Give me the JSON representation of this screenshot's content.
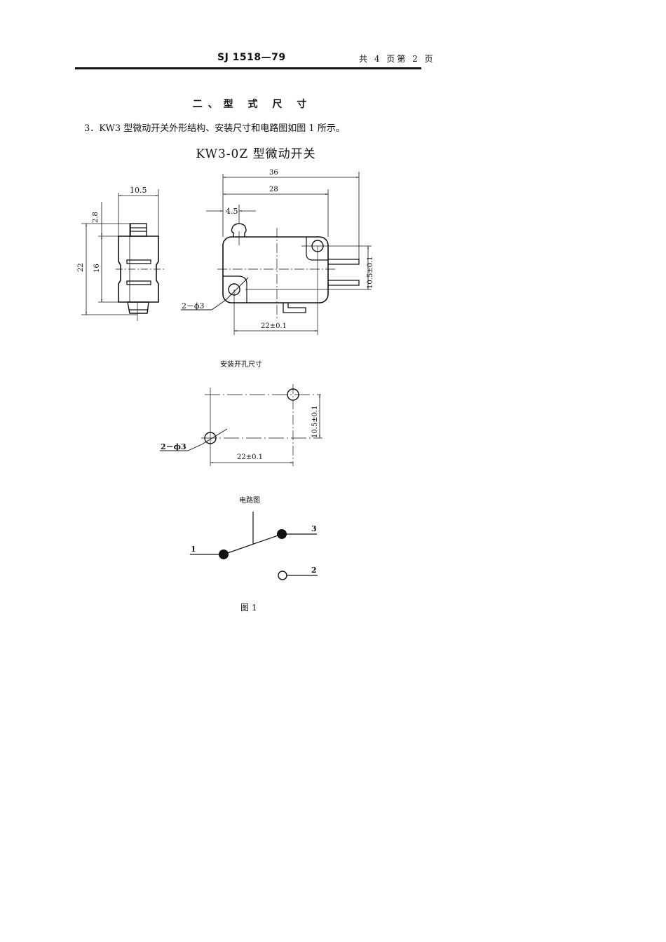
{
  "header": {
    "standard_code": "SJ 1518—79",
    "page_info": "共 4 页第 2 页"
  },
  "section": {
    "title": "二、型 式 尺 寸",
    "paragraph": "3．KW3 型微动开关外形结构、安装尺寸和电路图如图 1 所示。"
  },
  "figure": {
    "title": "KW3-0Z 型微动开关",
    "side_view": {
      "dim_width": "10.5",
      "dim_top": "2.8",
      "dim_total_height": "22",
      "dim_body_height": "16"
    },
    "front_view": {
      "dim_overall": "36",
      "dim_body": "28",
      "dim_actuator": "4.5",
      "dim_holes_vertical": "10.5±0.1",
      "dim_holes_horizontal": "22±0.1",
      "hole_label": "2－ϕ3"
    },
    "mounting": {
      "caption": "安装开孔尺寸",
      "dim_vertical": "10.5±0.1",
      "dim_horizontal": "22±0.1",
      "hole_label": "2－ϕ3"
    },
    "circuit": {
      "caption": "电路图",
      "terminal_1": "1",
      "terminal_2": "2",
      "terminal_3": "3"
    },
    "label": "图 1"
  }
}
